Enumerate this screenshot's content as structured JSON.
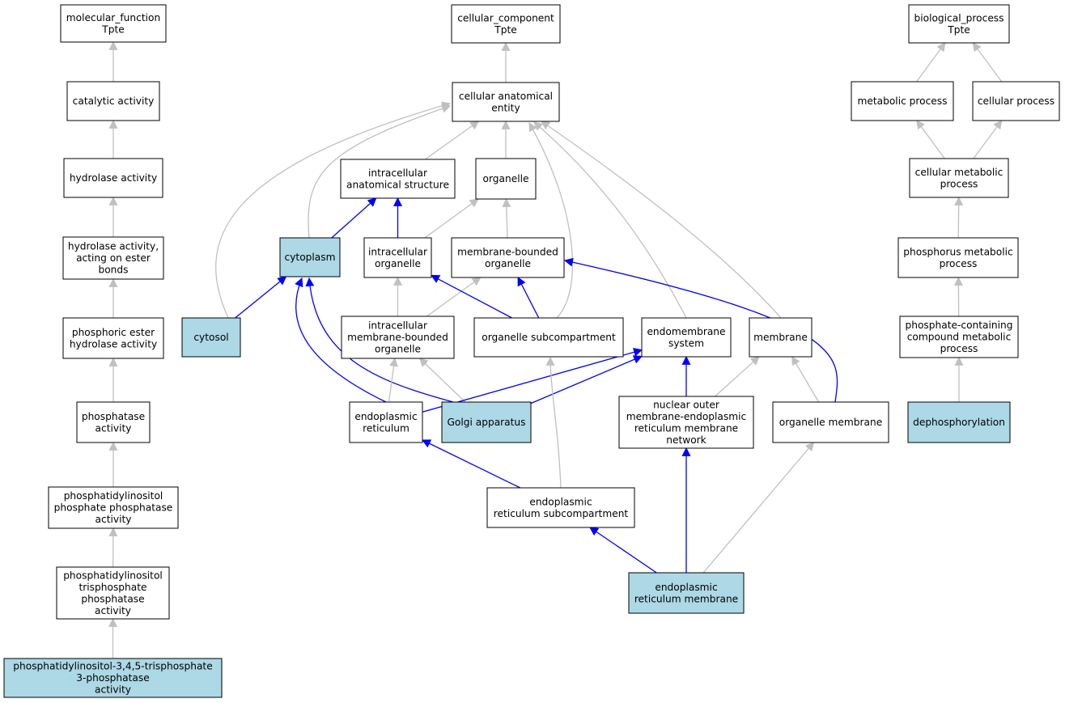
{
  "colors": {
    "highlight": "#add8e6",
    "plain": "#ffffff",
    "is_a_edge": "#c0c0c0",
    "part_of_edge": "#0000ff"
  },
  "nodes": [
    {
      "id": "mf",
      "lines": [
        "molecular_function",
        "Tpte"
      ],
      "highlight": false
    },
    {
      "id": "catalytic",
      "lines": [
        "catalytic activity"
      ],
      "highlight": false
    },
    {
      "id": "hydrolase",
      "lines": [
        "hydrolase activity"
      ],
      "highlight": false
    },
    {
      "id": "hydrolase_ester",
      "lines": [
        "hydrolase activity,",
        "acting on ester",
        "bonds"
      ],
      "highlight": false
    },
    {
      "id": "phosphoric",
      "lines": [
        "phosphoric ester",
        "hydrolase activity"
      ],
      "highlight": false
    },
    {
      "id": "phosphatase",
      "lines": [
        "phosphatase",
        "activity"
      ],
      "highlight": false
    },
    {
      "id": "pi_phosphatase",
      "lines": [
        "phosphatidylinositol",
        "phosphate phosphatase",
        "activity"
      ],
      "highlight": false
    },
    {
      "id": "pi_tris",
      "lines": [
        "phosphatidylinositol",
        "trisphosphate",
        "phosphatase",
        "activity"
      ],
      "highlight": false
    },
    {
      "id": "pip3",
      "lines": [
        "phosphatidylinositol-3,4,5-trisphosphate",
        "3-phosphatase",
        "activity"
      ],
      "highlight": true
    },
    {
      "id": "cc",
      "lines": [
        "cellular_component",
        "Tpte"
      ],
      "highlight": false
    },
    {
      "id": "cae",
      "lines": [
        "cellular anatomical",
        "entity"
      ],
      "highlight": false
    },
    {
      "id": "ias",
      "lines": [
        "intracellular",
        "anatomical structure"
      ],
      "highlight": false
    },
    {
      "id": "organelle",
      "lines": [
        "organelle"
      ],
      "highlight": false
    },
    {
      "id": "cytoplasm",
      "lines": [
        "cytoplasm"
      ],
      "highlight": true
    },
    {
      "id": "io",
      "lines": [
        "intracellular",
        "organelle"
      ],
      "highlight": false
    },
    {
      "id": "mbo",
      "lines": [
        "membrane-bounded",
        "organelle"
      ],
      "highlight": false
    },
    {
      "id": "cytosol",
      "lines": [
        "cytosol"
      ],
      "highlight": true
    },
    {
      "id": "imbo",
      "lines": [
        "intracellular",
        "membrane-bounded",
        "organelle"
      ],
      "highlight": false
    },
    {
      "id": "osub",
      "lines": [
        "organelle subcompartment"
      ],
      "highlight": false
    },
    {
      "id": "endo",
      "lines": [
        "endomembrane",
        "system"
      ],
      "highlight": false
    },
    {
      "id": "membrane",
      "lines": [
        "membrane"
      ],
      "highlight": false
    },
    {
      "id": "er",
      "lines": [
        "endoplasmic",
        "reticulum"
      ],
      "highlight": false
    },
    {
      "id": "golgi",
      "lines": [
        "Golgi apparatus"
      ],
      "highlight": true
    },
    {
      "id": "nuc",
      "lines": [
        "nuclear outer",
        "membrane-endoplasmic",
        "reticulum membrane",
        "network"
      ],
      "highlight": false
    },
    {
      "id": "om",
      "lines": [
        "organelle membrane"
      ],
      "highlight": false
    },
    {
      "id": "ersub",
      "lines": [
        "endoplasmic",
        "reticulum subcompartment"
      ],
      "highlight": false
    },
    {
      "id": "erm",
      "lines": [
        "endoplasmic",
        "reticulum membrane"
      ],
      "highlight": true
    },
    {
      "id": "bp",
      "lines": [
        "biological_process",
        "Tpte"
      ],
      "highlight": false
    },
    {
      "id": "metabolic",
      "lines": [
        "metabolic process"
      ],
      "highlight": false
    },
    {
      "id": "cellular",
      "lines": [
        "cellular process"
      ],
      "highlight": false
    },
    {
      "id": "cmp",
      "lines": [
        "cellular metabolic",
        "process"
      ],
      "highlight": false
    },
    {
      "id": "pmp",
      "lines": [
        "phosphorus metabolic",
        "process"
      ],
      "highlight": false
    },
    {
      "id": "pccmp",
      "lines": [
        "phosphate-containing",
        "compound metabolic",
        "process"
      ],
      "highlight": false
    },
    {
      "id": "dephos",
      "lines": [
        "dephosphorylation"
      ],
      "highlight": true
    }
  ],
  "edges": [
    {
      "from": "catalytic",
      "to": "mf",
      "type": "is_a"
    },
    {
      "from": "hydrolase",
      "to": "catalytic",
      "type": "is_a"
    },
    {
      "from": "hydrolase_ester",
      "to": "hydrolase",
      "type": "is_a"
    },
    {
      "from": "phosphoric",
      "to": "hydrolase_ester",
      "type": "is_a"
    },
    {
      "from": "phosphatase",
      "to": "phosphoric",
      "type": "is_a"
    },
    {
      "from": "pi_phosphatase",
      "to": "phosphatase",
      "type": "is_a"
    },
    {
      "from": "pi_tris",
      "to": "pi_phosphatase",
      "type": "is_a"
    },
    {
      "from": "pip3",
      "to": "pi_tris",
      "type": "is_a"
    },
    {
      "from": "cae",
      "to": "cc",
      "type": "is_a"
    },
    {
      "from": "ias",
      "to": "cae",
      "type": "is_a"
    },
    {
      "from": "organelle",
      "to": "cae",
      "type": "is_a"
    },
    {
      "from": "cytoplasm",
      "to": "cae",
      "type": "is_a"
    },
    {
      "from": "cytosol",
      "to": "cae",
      "type": "is_a"
    },
    {
      "from": "osub",
      "to": "cae",
      "type": "is_a"
    },
    {
      "from": "endo",
      "to": "cae",
      "type": "is_a"
    },
    {
      "from": "membrane",
      "to": "cae",
      "type": "is_a"
    },
    {
      "from": "cytoplasm",
      "to": "ias",
      "type": "part_of"
    },
    {
      "from": "io",
      "to": "ias",
      "type": "part_of"
    },
    {
      "from": "io",
      "to": "organelle",
      "type": "is_a"
    },
    {
      "from": "mbo",
      "to": "organelle",
      "type": "is_a"
    },
    {
      "from": "imbo",
      "to": "io",
      "type": "is_a"
    },
    {
      "from": "imbo",
      "to": "mbo",
      "type": "is_a"
    },
    {
      "from": "osub",
      "to": "io",
      "type": "part_of"
    },
    {
      "from": "osub",
      "to": "mbo",
      "type": "part_of"
    },
    {
      "from": "cytosol",
      "to": "cytoplasm",
      "type": "part_of"
    },
    {
      "from": "er",
      "to": "cytoplasm",
      "type": "part_of"
    },
    {
      "from": "golgi",
      "to": "cytoplasm",
      "type": "part_of"
    },
    {
      "from": "er",
      "to": "imbo",
      "type": "is_a"
    },
    {
      "from": "golgi",
      "to": "imbo",
      "type": "is_a"
    },
    {
      "from": "er",
      "to": "endo",
      "type": "part_of"
    },
    {
      "from": "golgi",
      "to": "endo",
      "type": "part_of"
    },
    {
      "from": "nuc",
      "to": "endo",
      "type": "part_of"
    },
    {
      "from": "nuc",
      "to": "membrane",
      "type": "is_a"
    },
    {
      "from": "om",
      "to": "membrane",
      "type": "is_a"
    },
    {
      "from": "om",
      "to": "mbo",
      "type": "part_of"
    },
    {
      "from": "ersub",
      "to": "er",
      "type": "part_of"
    },
    {
      "from": "ersub",
      "to": "osub",
      "type": "is_a"
    },
    {
      "from": "erm",
      "to": "ersub",
      "type": "part_of"
    },
    {
      "from": "erm",
      "to": "nuc",
      "type": "part_of"
    },
    {
      "from": "erm",
      "to": "om",
      "type": "is_a"
    },
    {
      "from": "metabolic",
      "to": "bp",
      "type": "is_a"
    },
    {
      "from": "cellular",
      "to": "bp",
      "type": "is_a"
    },
    {
      "from": "cmp",
      "to": "metabolic",
      "type": "is_a"
    },
    {
      "from": "cmp",
      "to": "cellular",
      "type": "is_a"
    },
    {
      "from": "pmp",
      "to": "cmp",
      "type": "is_a"
    },
    {
      "from": "pccmp",
      "to": "pmp",
      "type": "is_a"
    },
    {
      "from": "dephos",
      "to": "pccmp",
      "type": "is_a"
    }
  ]
}
